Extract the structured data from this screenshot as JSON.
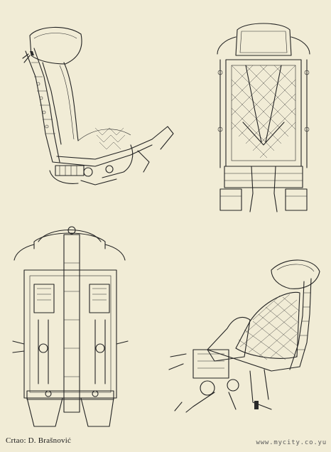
{
  "drawing": {
    "credit": "Crtao: D. Brašnović",
    "watermark": "www.mycity.co.yu",
    "views": [
      {
        "id": "side-left",
        "name": "side-view-left"
      },
      {
        "id": "front",
        "name": "front-view"
      },
      {
        "id": "rear",
        "name": "rear-view"
      },
      {
        "id": "side-right",
        "name": "three-quarter-view"
      }
    ]
  }
}
